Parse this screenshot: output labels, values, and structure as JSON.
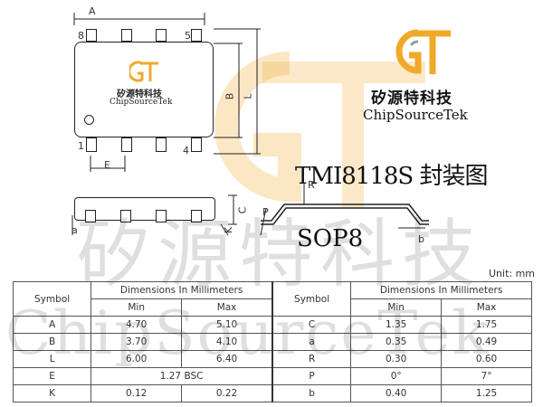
{
  "brand": {
    "name_cn": "矽源特科技",
    "name_en": "ChipSourceTek"
  },
  "title": {
    "part": "TMI8118S 封装图",
    "package": "SOP8"
  },
  "drawing_labels": {
    "A": "A",
    "B": "B",
    "L": "L",
    "E": "E",
    "C": "C",
    "K": "K",
    "a": "a",
    "P": "P",
    "R": "R",
    "b": "b",
    "pin1": "1",
    "pin4": "4",
    "pin5": "5",
    "pin8": "8"
  },
  "unit": "Unit: mm",
  "table": {
    "symbol_header": "Symbol",
    "dims_header": "Dimensions In Millimeters",
    "min_header": "Min",
    "max_header": "Max",
    "rows": [
      {
        "s1": "A",
        "min1": "4.70",
        "max1": "5.10",
        "s2": "C",
        "min2": "1.35",
        "max2": "1.75"
      },
      {
        "s1": "B",
        "min1": "3.70",
        "max1": "4.10",
        "s2": "a",
        "min2": "0.35",
        "max2": "0.49"
      },
      {
        "s1": "L",
        "min1": "6.00",
        "max1": "6.40",
        "s2": "R",
        "min2": "0.30",
        "max2": "0.60"
      },
      {
        "s1": "E",
        "span1": "1.27 BSC",
        "s2": "P",
        "min2": "0°",
        "max2": "7°"
      },
      {
        "s1": "K",
        "min1": "0.12",
        "max1": "0.22",
        "s2": "b",
        "min2": "0.40",
        "max2": "1.25"
      }
    ]
  },
  "colors": {
    "logo_orange": "#f0a92a",
    "logo_gray": "#9a9a9a",
    "line": "#222222"
  }
}
